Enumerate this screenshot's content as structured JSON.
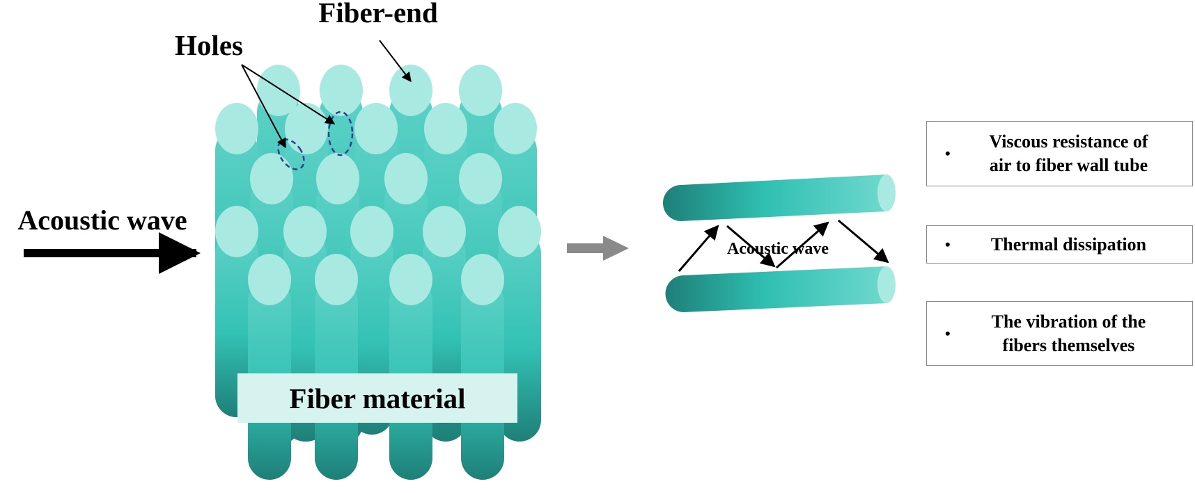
{
  "labels": {
    "fiber_end": "Fiber-end",
    "holes": "Holes",
    "acoustic_wave": "Acoustic wave",
    "fiber_material": "Fiber material",
    "acoustic_wave_inner": "Acoustic wave"
  },
  "mechanisms": [
    {
      "bullet": "•",
      "line1": "Viscous resistance of",
      "line2": "air to fiber wall tube"
    },
    {
      "bullet": "•",
      "line1": "Thermal dissipation",
      "line2": ""
    },
    {
      "bullet": "•",
      "line1": "The vibration of the",
      "line2": "fibers themselves"
    }
  ],
  "colors": {
    "fiber_light": "#5ed1c6",
    "fiber_mid": "#2fbfb1",
    "fiber_dark": "#1e7f78",
    "fiber_end": "#a8e9e2",
    "label_bg": "#d6f3f0",
    "hole_outline": "#2f3f8f",
    "connector_arrow": "#8a8a8a"
  }
}
